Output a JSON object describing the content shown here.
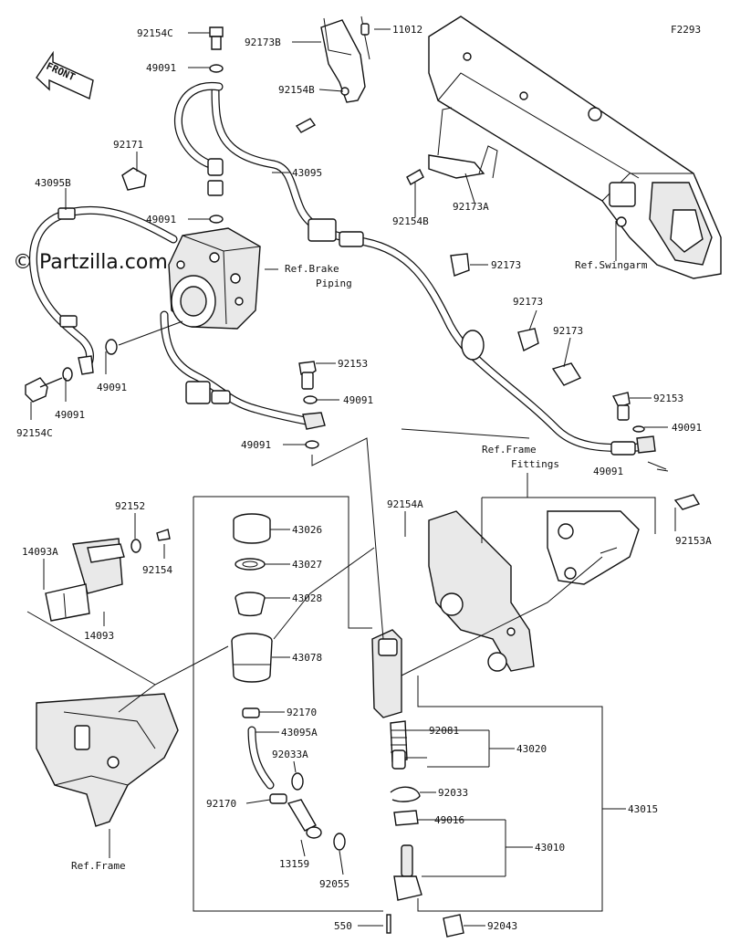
{
  "figure_code": "F2293",
  "watermark": "© Partzilla.com",
  "front_label": "FRONT",
  "callouts": [
    {
      "key": "c01",
      "text": "92154C"
    },
    {
      "key": "c02",
      "text": "49091"
    },
    {
      "key": "c03",
      "text": "92173B"
    },
    {
      "key": "c04",
      "text": "11012"
    },
    {
      "key": "c05",
      "text": "92154B"
    },
    {
      "key": "c06",
      "text": "92171"
    },
    {
      "key": "c07",
      "text": "43095"
    },
    {
      "key": "c08",
      "text": "43095B"
    },
    {
      "key": "c09",
      "text": "49091"
    },
    {
      "key": "c10",
      "text": "92154B"
    },
    {
      "key": "c11",
      "text": "92173A"
    },
    {
      "key": "c12",
      "text": "Ref.Brake"
    },
    {
      "key": "c13",
      "text": "Piping"
    },
    {
      "key": "c14",
      "text": "92173"
    },
    {
      "key": "c15",
      "text": "Ref.Swingarm"
    },
    {
      "key": "c16",
      "text": "92173"
    },
    {
      "key": "c17",
      "text": "92173"
    },
    {
      "key": "c18",
      "text": "49091"
    },
    {
      "key": "c19",
      "text": "49091"
    },
    {
      "key": "c20",
      "text": "92154C"
    },
    {
      "key": "c21",
      "text": "92153"
    },
    {
      "key": "c22",
      "text": "49091"
    },
    {
      "key": "c23",
      "text": "92153"
    },
    {
      "key": "c24",
      "text": "49091"
    },
    {
      "key": "c25",
      "text": "49091"
    },
    {
      "key": "c26",
      "text": "Ref.Frame"
    },
    {
      "key": "c27",
      "text": "Fittings"
    },
    {
      "key": "c28",
      "text": "49091"
    },
    {
      "key": "c29",
      "text": "92152"
    },
    {
      "key": "c30",
      "text": "92154A"
    },
    {
      "key": "c31",
      "text": "92153A"
    },
    {
      "key": "c32",
      "text": "43026"
    },
    {
      "key": "c33",
      "text": "14093A"
    },
    {
      "key": "c34",
      "text": "92154"
    },
    {
      "key": "c35",
      "text": "43027"
    },
    {
      "key": "c36",
      "text": "43028"
    },
    {
      "key": "c37",
      "text": "14093"
    },
    {
      "key": "c38",
      "text": "43078"
    },
    {
      "key": "c39",
      "text": "92170"
    },
    {
      "key": "c40",
      "text": "43095A"
    },
    {
      "key": "c41",
      "text": "92081"
    },
    {
      "key": "c42",
      "text": "43020"
    },
    {
      "key": "c43",
      "text": "92033A"
    },
    {
      "key": "c44",
      "text": "92033"
    },
    {
      "key": "c45",
      "text": "92170"
    },
    {
      "key": "c46",
      "text": "49016"
    },
    {
      "key": "c47",
      "text": "43015"
    },
    {
      "key": "c48",
      "text": "13159"
    },
    {
      "key": "c49",
      "text": "43010"
    },
    {
      "key": "c50",
      "text": "Ref.Frame"
    },
    {
      "key": "c51",
      "text": "92055"
    },
    {
      "key": "c52",
      "text": "550"
    },
    {
      "key": "c53",
      "text": "92043"
    }
  ]
}
